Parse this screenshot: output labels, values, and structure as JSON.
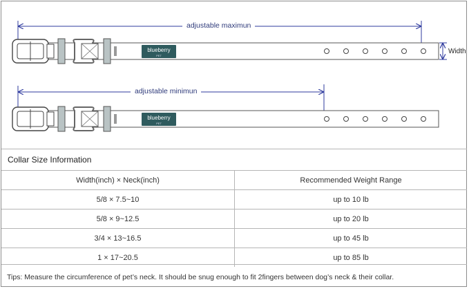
{
  "diagram": {
    "max_label": "adjustable maximun",
    "min_label": "adjustable minimun",
    "width_label": "Width",
    "brand": "blueberry",
    "brand_sub": "PET",
    "colors": {
      "arrow": "#2e3a9e",
      "strap": "#555555",
      "keeper": "#b9c3c4",
      "logo_bg": "#2f5b5e"
    }
  },
  "size_info": {
    "title": "Collar Size Information",
    "headers": [
      "Width(inch)  ×  Neck(inch)",
      "Recommended Weight Range"
    ],
    "rows": [
      [
        "5/8 × 7.5~10",
        "up to 10 lb"
      ],
      [
        "5/8 × 9~12.5",
        "up to 20 lb"
      ],
      [
        "3/4 × 13~16.5",
        "up to 45 lb"
      ],
      [
        "1 × 17~20.5",
        "up to 85 lb"
      ]
    ],
    "tips": "Tips: Measure the circumference of pet’s neck. It should be snug enough to fit 2fingers between dog’s neck & their collar."
  }
}
